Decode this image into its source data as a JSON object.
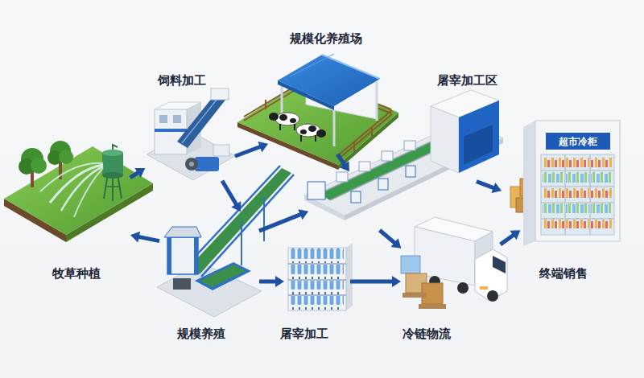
{
  "diagram": {
    "nodes": [
      {
        "text": [
          "规模化养殖场"
        ]
      },
      {
        "text": [
          "饲料加工"
        ]
      },
      {
        "text": [
          "屠宰加工区"
        ]
      },
      {
        "text": [
          "超市冷柜",
          "终端销售"
        ]
      },
      {
        "text": [
          "牧草种植"
        ]
      },
      {
        "text": [
          "规模养殖"
        ]
      },
      {
        "text": [
          "屠宰加工"
        ]
      },
      {
        "text": [
          "冷链物流"
        ]
      }
    ],
    "edges": [
      {
        "from": 4,
        "to": 1,
        "arrow": "to"
      },
      {
        "from": 1,
        "to": 0,
        "arrow": "to"
      },
      {
        "from": 0,
        "to": 2,
        "arrow": "to"
      },
      {
        "from": 2,
        "to": 3,
        "arrow": "to"
      },
      {
        "from": 1,
        "to": 5,
        "arrow": "to"
      },
      {
        "from": 5,
        "to": 4,
        "arrow": "to"
      },
      {
        "from": 5,
        "to": 2,
        "arrow": "to"
      },
      {
        "from": 5,
        "to": 6,
        "arrow": "to"
      },
      {
        "from": 6,
        "to": 7,
        "arrow": "to"
      },
      {
        "from": 2,
        "to": 7,
        "arrow": "to"
      },
      {
        "from": 7,
        "to": 3,
        "arrow": "to"
      }
    ]
  }
}
